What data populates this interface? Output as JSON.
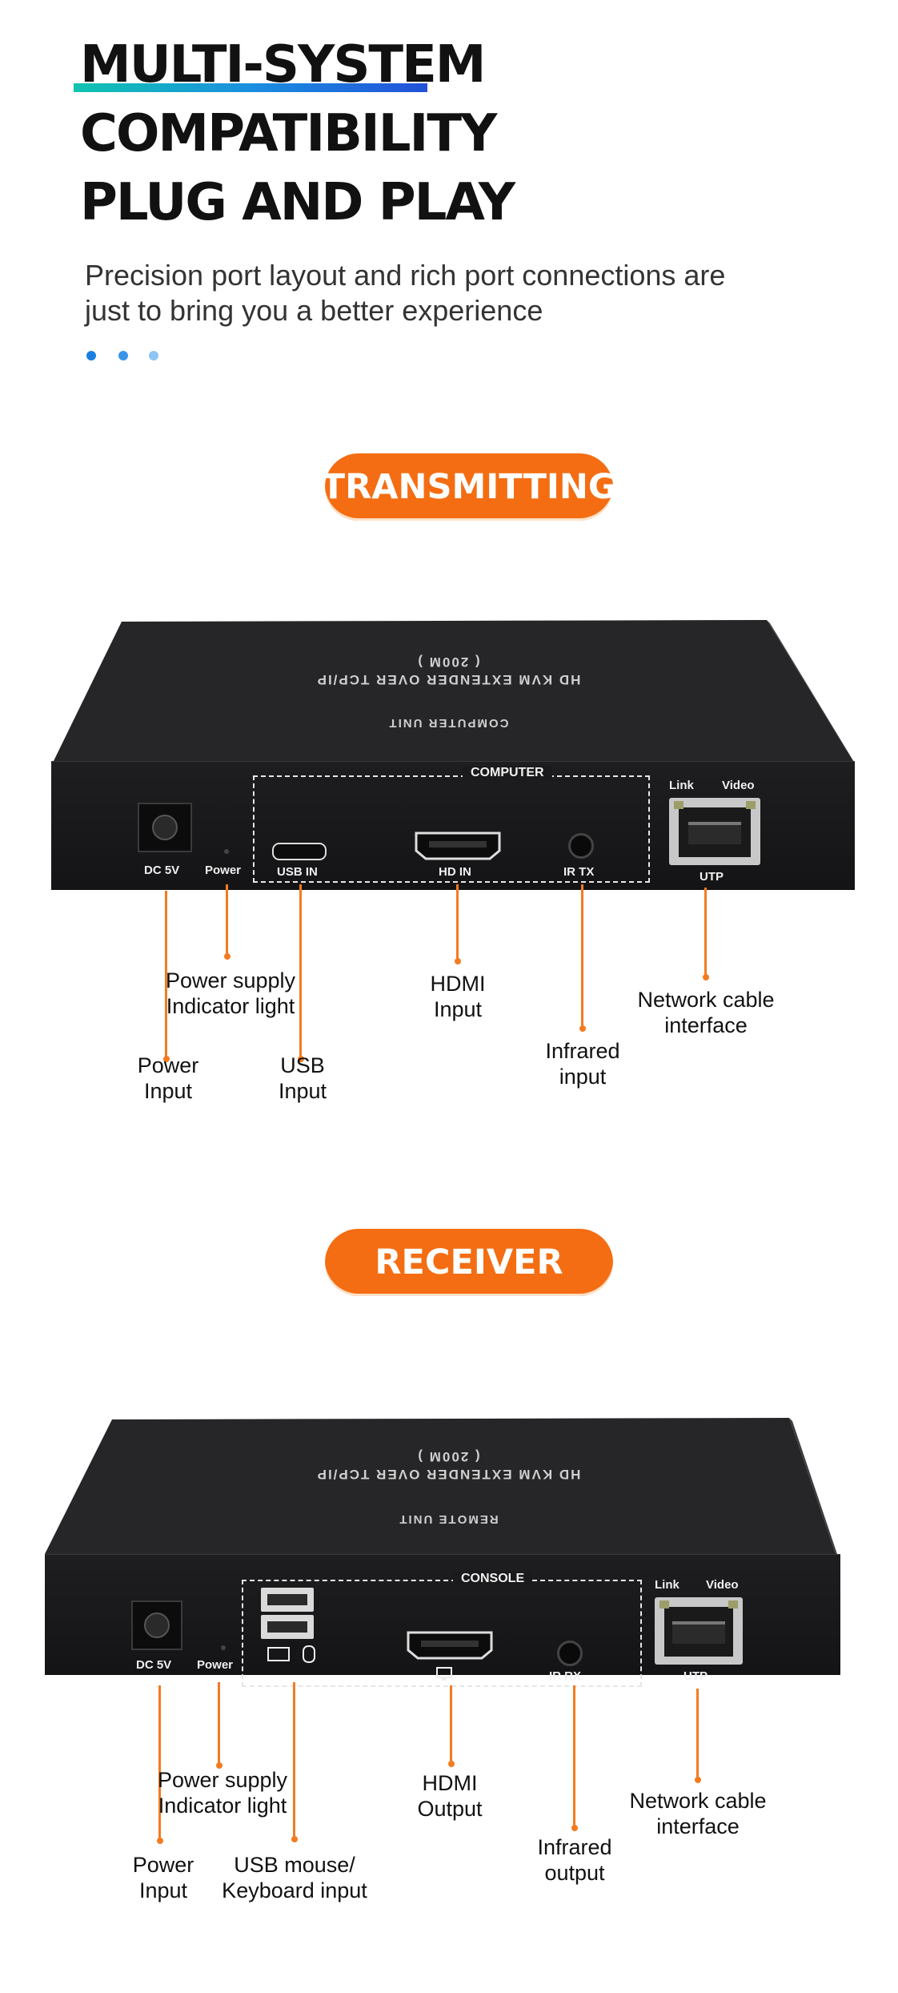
{
  "header": {
    "title_line1": "MULTI-SYSTEM",
    "title_line2": "COMPATIBILITY",
    "title_line3": "PLUG AND PLAY",
    "subtitle_line1": "Precision port layout and rich port connections are",
    "subtitle_line2": "just to bring you a better experience"
  },
  "colors": {
    "accent": "#f46d12",
    "gradient_start": "#10c4b0",
    "gradient_end": "#2251d9"
  },
  "transmitter": {
    "badge": "TRANSMITTING",
    "top_text_line1": "HD KVM EXTENDER OVER TCP/IP",
    "top_text_line2": "( 200M )",
    "top_text_line3": "COMPUTER  UNIT",
    "group_label": "COMPUTER",
    "ports": {
      "dc": "DC 5V",
      "power": "Power",
      "usb": "USB IN",
      "hdmi": "HD IN",
      "ir": "IR TX",
      "link": "Link",
      "video": "Video",
      "utp": "UTP"
    },
    "callouts": {
      "power_supply_1": "Power supply",
      "power_supply_2": "Indicator light",
      "hdmi_1": "HDMI",
      "hdmi_2": "Input",
      "network_1": "Network cable",
      "network_2": "interface",
      "power_input_1": "Power",
      "power_input_2": "Input",
      "usb_1": "USB",
      "usb_2": "Input",
      "ir_1": "Infrared",
      "ir_2": "input"
    }
  },
  "receiver": {
    "badge": "RECEIVER",
    "top_text_line1": "HD KVM EXTENDER OVER TCP/IP",
    "top_text_line2": "( 200M )",
    "top_text_line3": "REMOTE  UNIT",
    "group_label": "CONSOLE",
    "ports": {
      "dc": "DC 5V",
      "power": "Power",
      "ir": "IR RX",
      "link": "Link",
      "video": "Video",
      "utp": "UTP"
    },
    "callouts": {
      "power_supply_1": "Power supply",
      "power_supply_2": "Indicator light",
      "hdmi_1": "HDMI",
      "hdmi_2": "Output",
      "network_1": "Network cable",
      "network_2": "interface",
      "power_input_1": "Power",
      "power_input_2": "Input",
      "usb_1": "USB mouse/",
      "usb_2": "Keyboard input",
      "ir_1": "Infrared",
      "ir_2": "output"
    }
  }
}
